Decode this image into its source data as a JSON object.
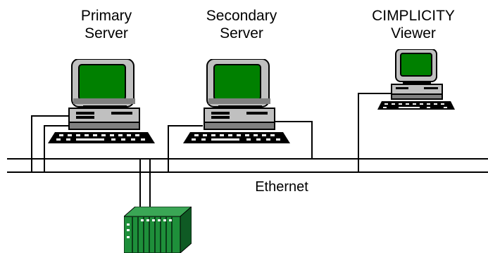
{
  "labels": {
    "primary": [
      "Primary",
      "Server"
    ],
    "secondary": [
      "Secondary",
      "Server"
    ],
    "viewer": [
      "CIMPLICITY",
      "Viewer"
    ],
    "network": "Ethernet"
  },
  "colors": {
    "screen": "#008000",
    "monitor_body": "#c0c0c0",
    "outline": "#000000",
    "plc": "#1e8f3a",
    "background": "#ffffff"
  },
  "icons": {
    "workstation": "desktop-computer-icon",
    "plc": "plc-rack-icon"
  }
}
